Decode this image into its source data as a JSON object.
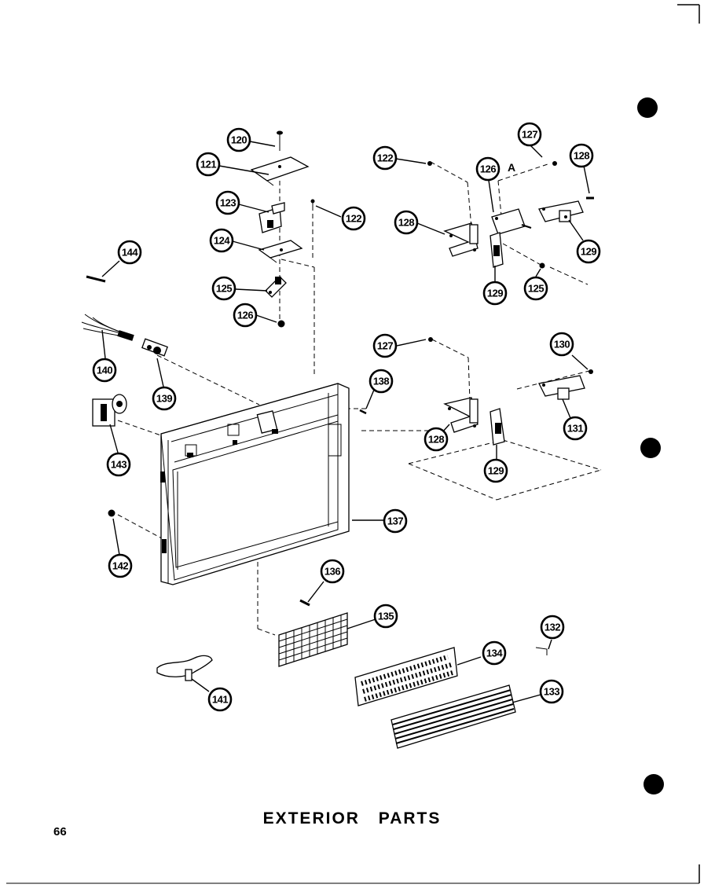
{
  "page": {
    "title": "EXTERIOR PARTS",
    "page_number": "66"
  },
  "diagram": {
    "annotation_letter": "A",
    "callouts": [
      "120",
      "121",
      "122",
      "123",
      "122",
      "124",
      "125",
      "126",
      "144",
      "140",
      "139",
      "143",
      "142",
      "127",
      "128",
      "126",
      "128",
      "129",
      "129",
      "125",
      "127",
      "138",
      "130",
      "131",
      "128",
      "129",
      "137",
      "136",
      "135",
      "132",
      "134",
      "141",
      "133"
    ]
  }
}
